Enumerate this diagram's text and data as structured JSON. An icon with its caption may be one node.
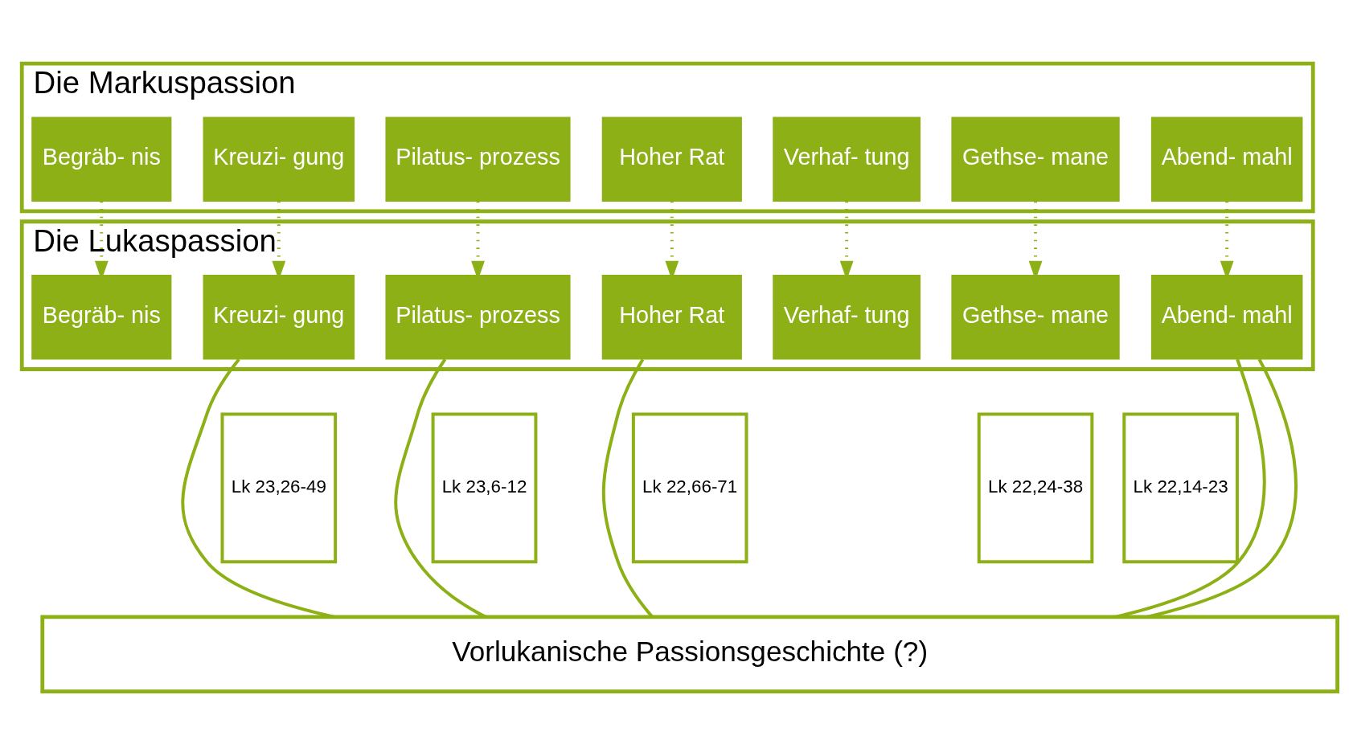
{
  "diagram": {
    "nodes": [
      {
        "text": [
          "Die Markuspassion"
        ]
      },
      {
        "text": [
          "Abend- mahl"
        ],
        "in": 0
      },
      {
        "text": [
          "Gethse- mane"
        ],
        "in": 0
      },
      {
        "text": [
          "Verhaf- tung"
        ],
        "in": 0
      },
      {
        "text": [
          "Hoher Rat"
        ],
        "in": 0
      },
      {
        "text": [
          "Pilatus- prozess"
        ],
        "in": 0
      },
      {
        "text": [
          "Kreuzi- gung"
        ],
        "in": 0
      },
      {
        "text": [
          "Begräb- nis"
        ],
        "in": 0
      },
      {
        "text": [
          "Die Lukaspassion"
        ]
      },
      {
        "text": [
          "Abend- mahl"
        ],
        "in": 8
      },
      {
        "text": [
          "Gethse- mane"
        ],
        "in": 8
      },
      {
        "text": [
          "Verhaf- tung"
        ],
        "in": 8
      },
      {
        "text": [
          "Hoher Rat"
        ],
        "in": 8
      },
      {
        "text": [
          "Pilatus- prozess"
        ],
        "in": 8
      },
      {
        "text": [
          "Kreuzi- gung"
        ],
        "in": 8
      },
      {
        "text": [
          "Begräb- nis"
        ],
        "in": 8
      },
      {
        "text": [
          "Vorlukanische Passionsgeschichte (?)"
        ]
      },
      {
        "text": [
          "Lk 22,14-23"
        ]
      },
      {
        "text": [
          "Lk 22,24-38"
        ]
      },
      {
        "text": [
          "Lk 22,66-71"
        ]
      },
      {
        "text": [
          "Lk 23,6-12"
        ]
      },
      {
        "text": [
          "Lk 23,26-49"
        ]
      }
    ],
    "edges": [
      {
        "from": 1,
        "to": 9,
        "arrow": "to",
        "style": "dashed"
      },
      {
        "from": 2,
        "to": 10,
        "arrow": "to",
        "style": "dashed"
      },
      {
        "from": 3,
        "to": 11,
        "arrow": "to",
        "style": "dashed"
      },
      {
        "from": 4,
        "to": 12,
        "arrow": "to",
        "style": "dashed"
      },
      {
        "from": 5,
        "to": 13,
        "arrow": "to",
        "style": "dashed"
      },
      {
        "from": 6,
        "to": 14,
        "arrow": "to",
        "style": "dashed"
      },
      {
        "from": 7,
        "to": 15,
        "arrow": "to",
        "style": "dashed"
      },
      {
        "from": 9,
        "to": 16,
        "arrow": "none"
      },
      {
        "from": 9,
        "to": 16,
        "arrow": "none"
      },
      {
        "from": 12,
        "to": 16,
        "arrow": "none"
      },
      {
        "from": 13,
        "to": 16,
        "arrow": "none"
      },
      {
        "from": 14,
        "to": 16,
        "arrow": "none"
      }
    ]
  }
}
